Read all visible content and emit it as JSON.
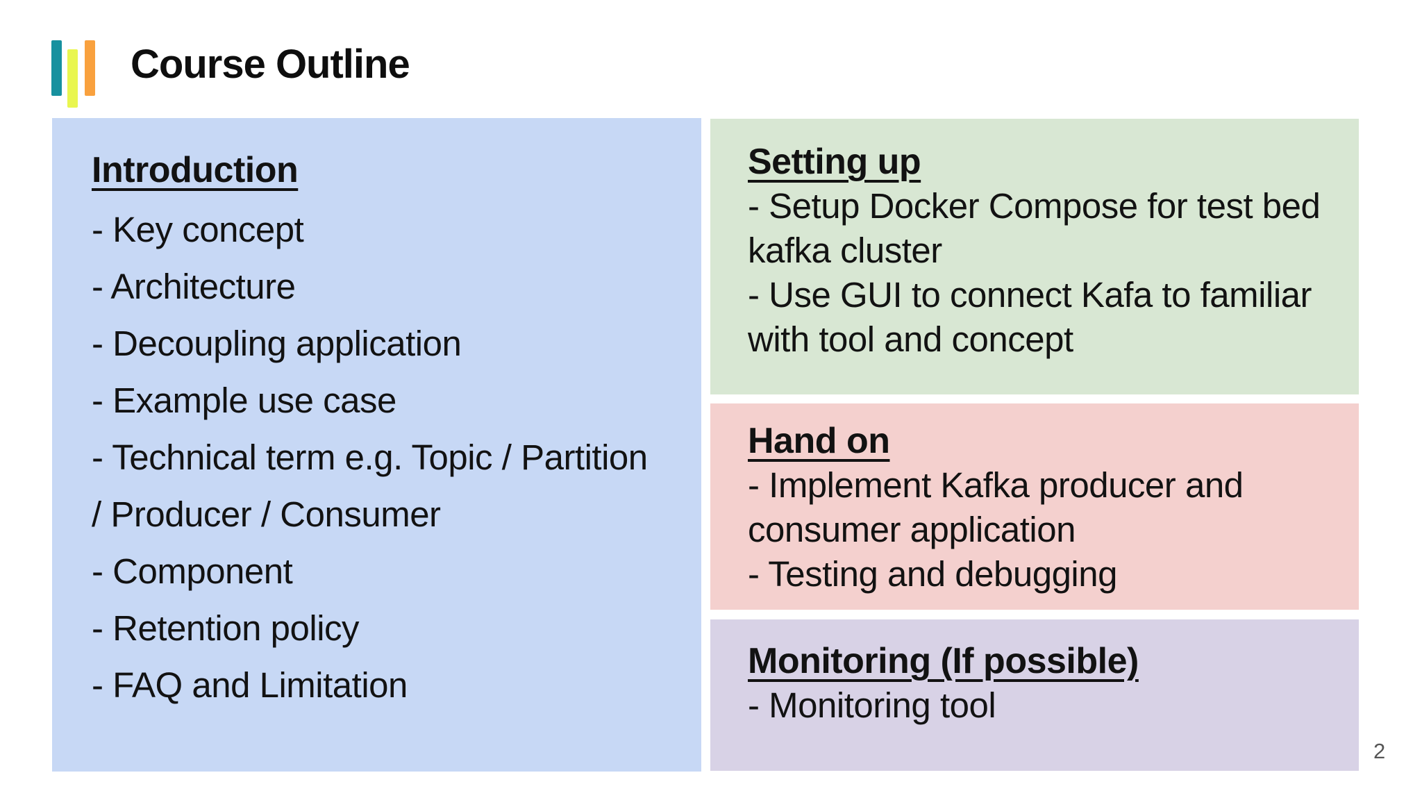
{
  "slide": {
    "title": "Course Outline",
    "page_number": "2",
    "logo": {
      "name": "three-bars-logo",
      "bar_colors": [
        "#17919f",
        "#e9f64f",
        "#f9a13e"
      ]
    },
    "colors": {
      "intro_box": "#c7d8f5",
      "setting_box": "#d8e7d3",
      "handon_box": "#f4d0ce",
      "monitoring_box": "#d8d2e6",
      "text": "#121212",
      "page_number": "#565656"
    },
    "sections": [
      {
        "heading": "Introduction",
        "items": [
          [
            "- Key concept"
          ],
          [
            "- Architecture"
          ],
          [
            "- Decoupling application"
          ],
          [
            "- Example use case"
          ],
          [
            "- Technical term e.g. Topic / Partition",
            "/ Producer / Consumer"
          ],
          [
            "- Component"
          ],
          [
            "- Retention policy"
          ],
          [
            "- FAQ and Limitation"
          ]
        ]
      },
      {
        "heading": "Setting up",
        "items": [
          [
            "- Setup Docker Compose for test bed",
            "kafka cluster"
          ],
          [
            "- Use GUI to connect Kafa to familiar",
            "with tool and concept"
          ]
        ]
      },
      {
        "heading": "Hand on",
        "items": [
          [
            "- Implement Kafka producer and",
            "consumer application"
          ],
          [
            "- Testing and debugging"
          ]
        ]
      },
      {
        "heading": "Monitoring (If possible)",
        "items": [
          [
            "- Monitoring tool"
          ]
        ]
      }
    ]
  }
}
